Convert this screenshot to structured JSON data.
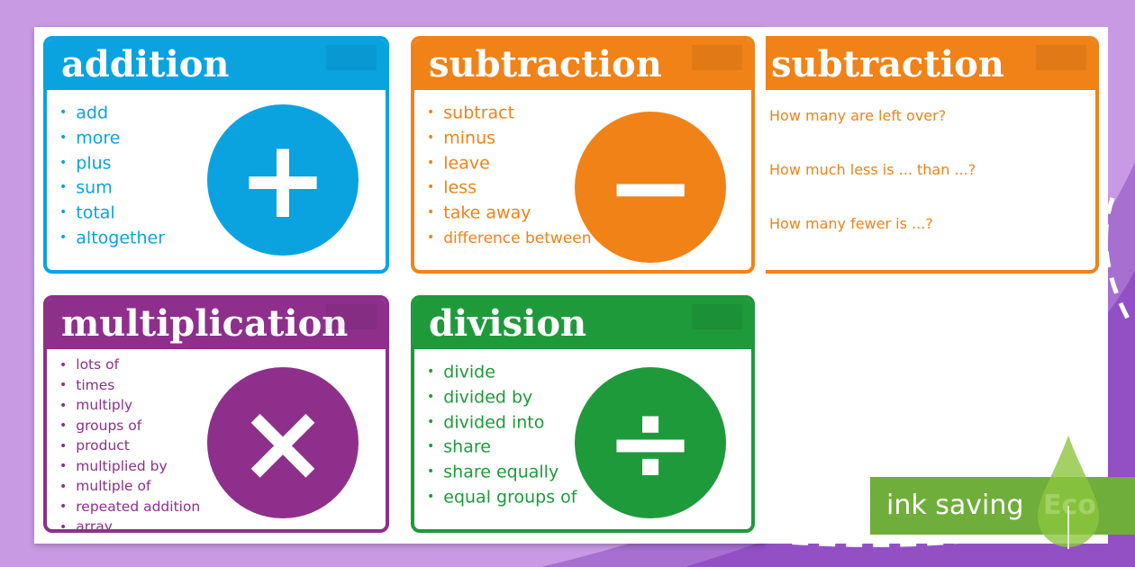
{
  "colors": {
    "addition": "#0aa3e0",
    "subtraction": "#f08218",
    "multiplication": "#8e2f8c",
    "division": "#1e9a3b",
    "background": "#c99ae4",
    "eco": "#6fae3a"
  },
  "cards": {
    "addition": {
      "title": "addition",
      "symbol": "+",
      "items": [
        "add",
        "more",
        "plus",
        "sum",
        "total",
        "altogether"
      ]
    },
    "subtraction": {
      "title": "subtraction",
      "symbol": "−",
      "items": [
        "subtract",
        "minus",
        "leave",
        "less",
        "take away",
        "difference between"
      ]
    },
    "subtraction_questions": {
      "title": "subtraction",
      "questions": [
        "How many are left over?",
        "How much less is ... than ...?",
        "How many fewer is ...?"
      ]
    },
    "multiplication": {
      "title": "multiplication",
      "symbol": "×",
      "items": [
        "lots of",
        "times",
        "multiply",
        "groups of",
        "product",
        "multiplied by",
        "multiple of",
        "repeated addition",
        "array"
      ]
    },
    "division": {
      "title": "division",
      "symbol": "÷",
      "items": [
        "divide",
        "divided by",
        "divided into",
        "share",
        "share equally",
        "equal groups of"
      ]
    }
  },
  "badge": {
    "text": "ink saving",
    "eco": "Eco"
  }
}
